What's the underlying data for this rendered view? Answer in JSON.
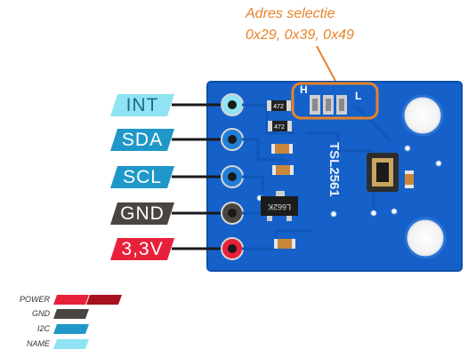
{
  "callout": {
    "line1": "Adres selectie",
    "line2": "0x29, 0x39, 0x49"
  },
  "pins": [
    {
      "label": "INT",
      "kind": "name"
    },
    {
      "label": "SDA",
      "kind": "i2c"
    },
    {
      "label": "SCL",
      "kind": "i2c"
    },
    {
      "label": "GND",
      "kind": "gnd"
    },
    {
      "label": "3,3V",
      "kind": "power"
    }
  ],
  "board": {
    "chip_label": "TSL2561",
    "resistor_small": "472",
    "resistor_small2": "472",
    "resistor_large": "L662K",
    "jumper_left": "H",
    "jumper_right": "L"
  },
  "legend": [
    {
      "label": "POWER",
      "kind": "power"
    },
    {
      "label": "GND",
      "kind": "gnd"
    },
    {
      "label": "I2C",
      "kind": "i2c"
    },
    {
      "label": "NAME",
      "kind": "name"
    }
  ],
  "colors": {
    "power": "#e8213a",
    "power_dark": "#a6121f",
    "gnd": "#4a4541",
    "i2c": "#1f98c9",
    "name": "#8fe3f3",
    "board": "#1561c9",
    "callout": "#e7832a"
  }
}
